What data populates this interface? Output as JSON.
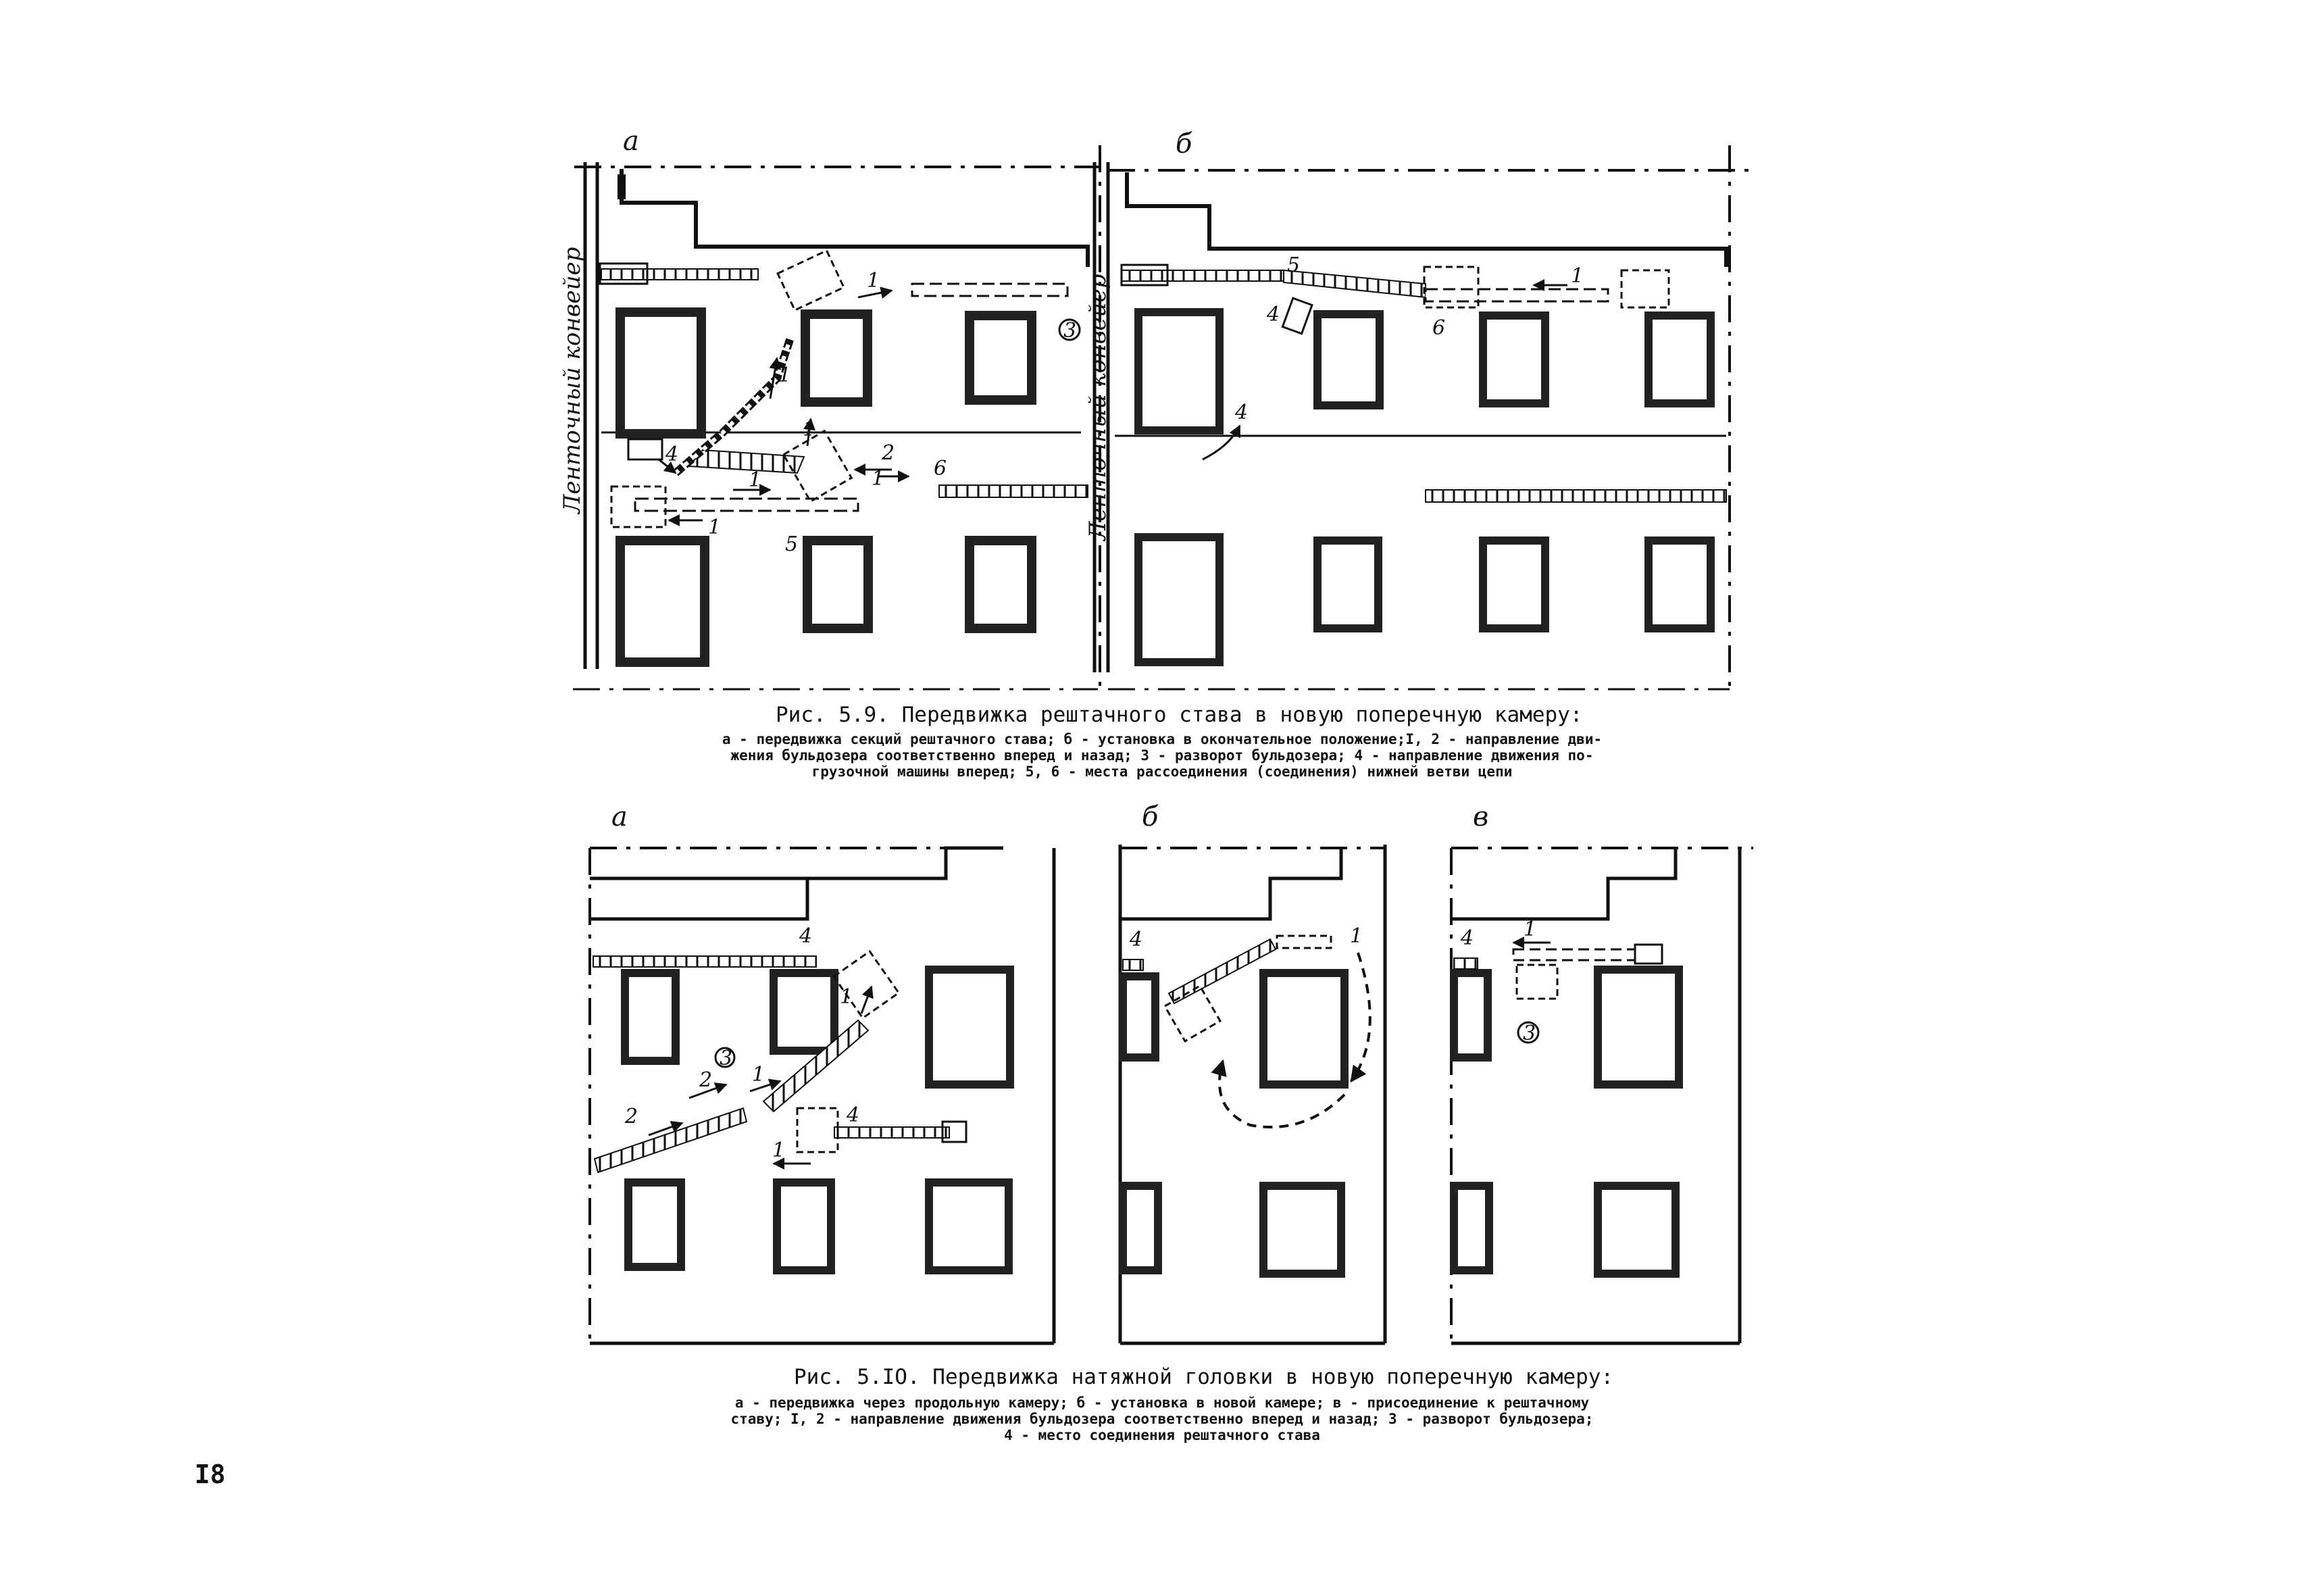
{
  "figure_5_9": {
    "panel_a": {
      "label": "а",
      "conveyor_label": "Ленточный конвейер",
      "markers": [
        "1",
        "1",
        "1",
        "1",
        "1",
        "2",
        "1",
        "4",
        "5",
        "6",
        "3"
      ]
    },
    "panel_b": {
      "label": "б",
      "conveyor_label": "Ленточный конвейер",
      "markers": [
        "1",
        "4",
        "5",
        "6",
        "4"
      ]
    },
    "caption_title": "Рис. 5.9. Передвижка рештачного става в новую поперечную камеру:",
    "caption_lines": [
      "а - передвижка секций рештачного става; б - установка в окончательное положение;I, 2 - направление дви-",
      "жения бульдозера соответственно вперед и назад; 3 - разворот бульдозера;  4 - направление движения по-",
      "грузочной машины вперед; 5, 6 - места рассоединения (соединения) нижней ветви цепи"
    ]
  },
  "figure_5_10": {
    "panel_a": {
      "label": "а",
      "markers": [
        "4",
        "1",
        "2",
        "2",
        "3",
        "1",
        "4",
        "1"
      ]
    },
    "panel_b": {
      "label": "б",
      "markers": [
        "4",
        "1"
      ]
    },
    "panel_c": {
      "label": "в",
      "markers": [
        "4",
        "1",
        "3"
      ]
    },
    "caption_title": "Рис. 5.IO. Передвижка натяжной головки в новую поперечную камеру:",
    "caption_lines": [
      "а - передвижка через продольную камеру; б - установка  в новой камере; в - присоединение  к  рештачному",
      "ставу; I, 2 - направление  движения бульдозера соответственно вперед и назад;  3 - разворот бульдозера;",
      "4 - место соединения рештачного става"
    ]
  },
  "page_number": "I8"
}
